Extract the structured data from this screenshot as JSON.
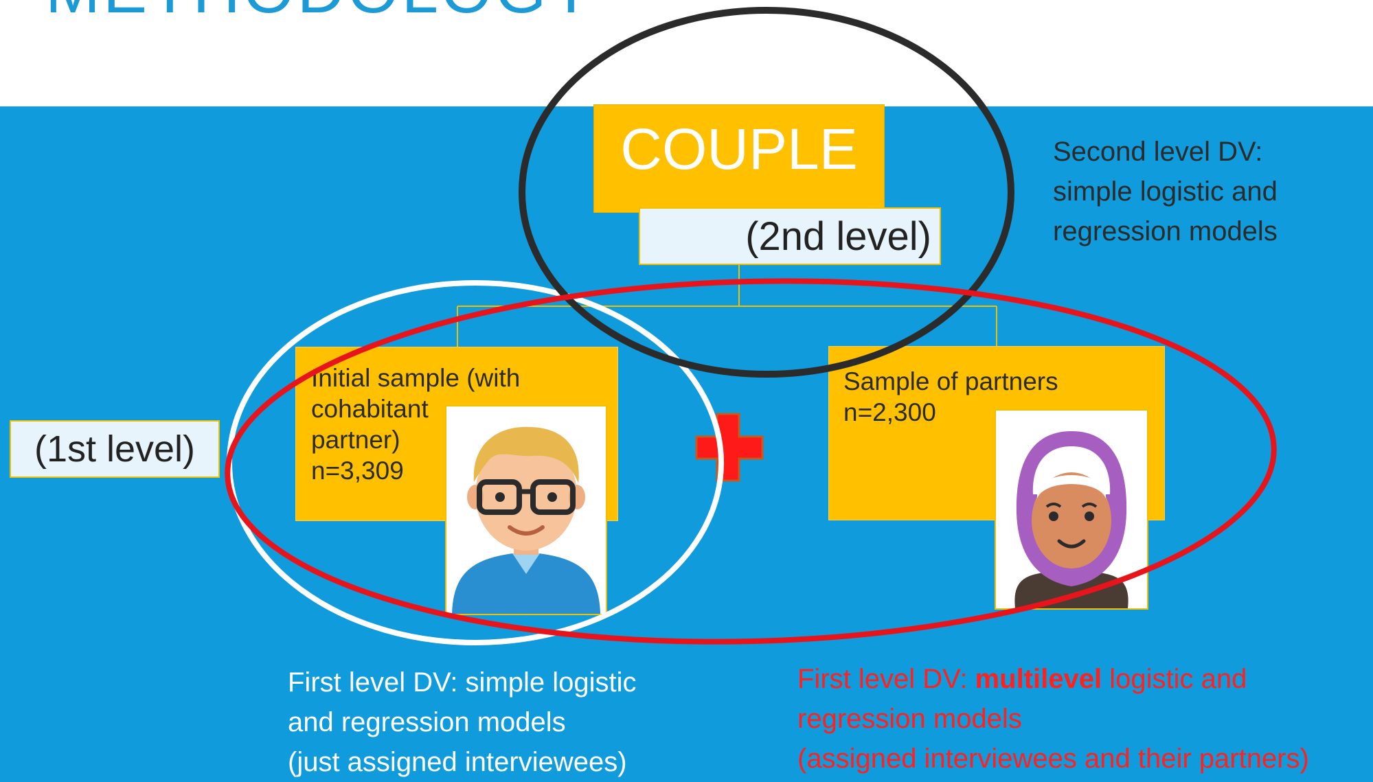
{
  "title": "METHODOLOGY",
  "couple_label": "COUPLE",
  "level2_label": "(2nd level)",
  "level1_label": "(1st level)",
  "initial_sample": {
    "lines": [
      "Initial sample (with",
      "cohabitant",
      "partner)",
      "n=3,309"
    ]
  },
  "partner_sample": {
    "lines": [
      "Sample of partners",
      "n=2,300"
    ]
  },
  "second_level_note": {
    "lines": [
      "Second level DV:",
      "simple logistic and",
      "regression models"
    ]
  },
  "first_level_note": {
    "lines": [
      "First level DV: simple logistic",
      "and regression models",
      "(just assigned interviewees)"
    ]
  },
  "multilevel_note": {
    "prefix": "First level DV: ",
    "bold": "multilevel",
    "suffix": " logistic and",
    "line2": "regression models",
    "line3": "(assigned interviewees and their partners)"
  },
  "colors": {
    "background": "#0f9bdc",
    "box": "#ffc000",
    "title": "#1c9ad6",
    "red_ellipse": "#e8141b",
    "dark_ellipse": "#2b2b2b",
    "white_ellipse": "#ffffff"
  },
  "icons": {
    "plus": "red-plus-icon",
    "man": "man-avatar-icon",
    "woman": "woman-hijab-avatar-icon"
  }
}
